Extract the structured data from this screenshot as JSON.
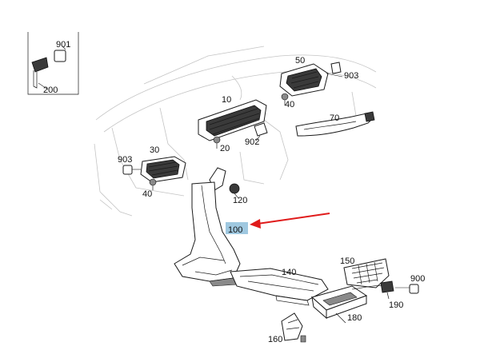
{
  "colors": {
    "background": "#ffffff",
    "highlight": "#9fc8e0",
    "arrow": "#e01b1b",
    "line": "#1a1a1a",
    "ghost": "#c4c4c4"
  },
  "callouts": {
    "c901": "901",
    "c200": "200",
    "c50": "50",
    "c903_right": "903",
    "c40_top": "40",
    "c10": "10",
    "c70": "70",
    "c20": "20",
    "c902": "902",
    "c903_left": "903",
    "c30": "30",
    "c40_left": "40",
    "c120": "120",
    "c100": "100",
    "c140": "140",
    "c150": "150",
    "c900": "900",
    "c190": "190",
    "c180": "180",
    "c160": "160"
  }
}
